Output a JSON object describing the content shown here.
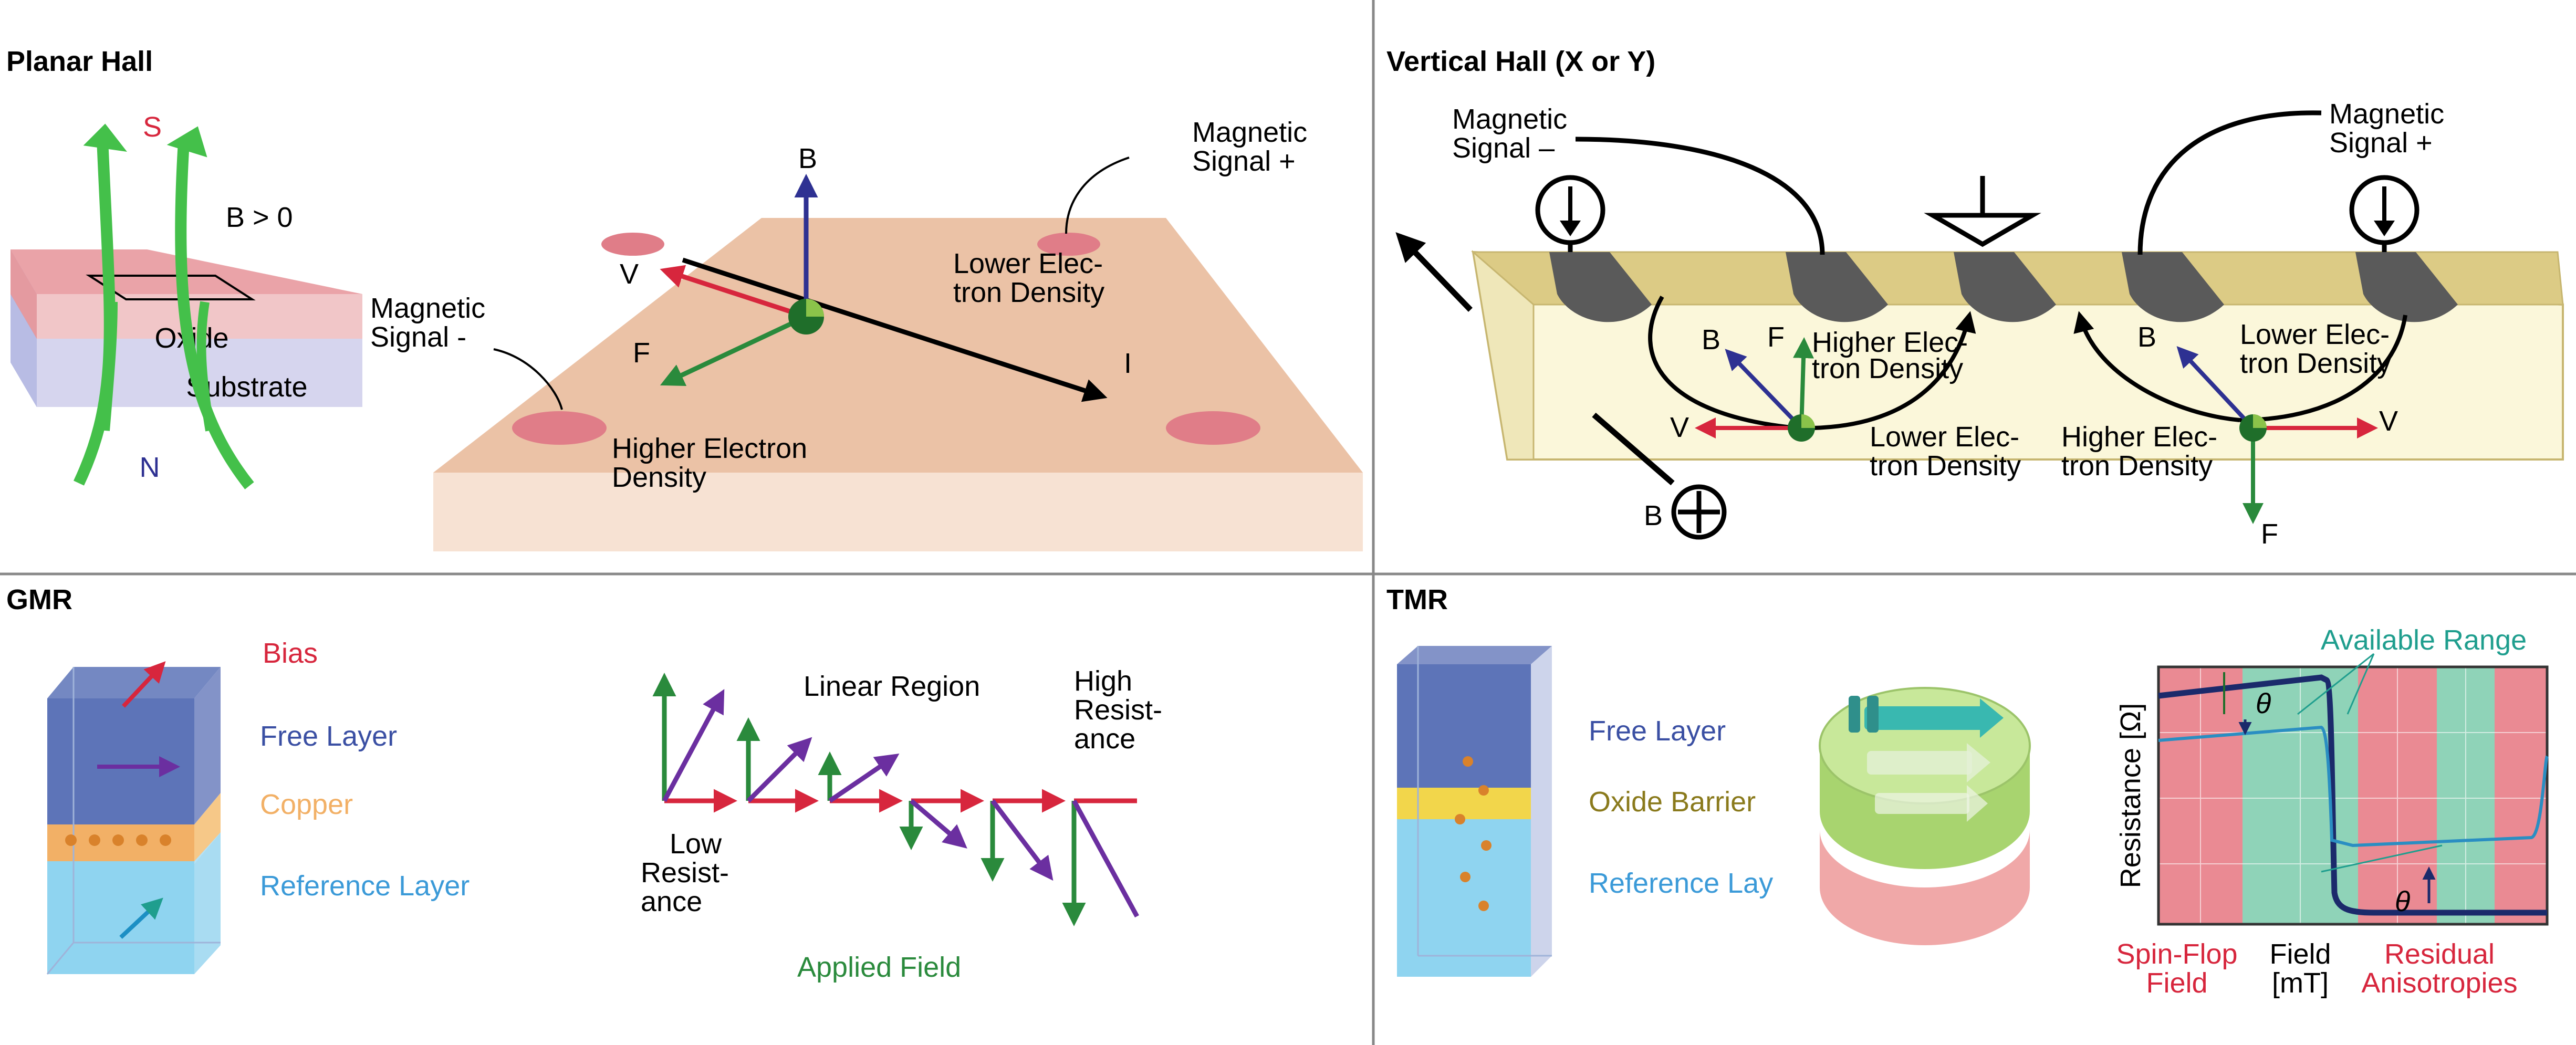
{
  "colors": {
    "red": "#d7263d",
    "green": "#2a8a3c",
    "blue": "#2e3192",
    "purple": "#6b2fa0",
    "teal": "#1f9e8e",
    "freeLayer": "#5d74b8",
    "copper": "#f2b066",
    "refLayer": "#7fc9ea",
    "oxideBarrier": "#f2d64b",
    "oliveText": "#8a7a1c",
    "pinkFloor": "#ebc2a6",
    "pinkRed": "#e88a93"
  },
  "planar": {
    "title": "Planar Hall",
    "s": "S",
    "n": "N",
    "b_gt_0": "B > 0",
    "oxide": "Oxide",
    "substrate": "Substrate",
    "mag_minus_l1": "Magnetic",
    "mag_minus_l2": "Signal -",
    "mag_plus_l1": "Magnetic",
    "mag_plus_l2": "Signal +",
    "b": "B",
    "v": "V",
    "f": "F",
    "i": "I",
    "lower_l1": "Lower Elec-",
    "lower_l2": "tron Density",
    "higher_l1": "Higher Electron",
    "higher_l2": "Density"
  },
  "vertical": {
    "title": "Vertical  Hall (X or Y)",
    "mag_minus_l1": "Magnetic",
    "mag_minus_l2": "Signal –",
    "mag_plus_l1": "Magnetic",
    "mag_plus_l2": "Signal +",
    "b_left": "B",
    "f_left": "F",
    "v_left": "V",
    "higher_l1": "Higher Elec-",
    "higher_l2": "tron Density",
    "lower_mid_l1": "Lower Elec-",
    "lower_mid_l2": "tron Density",
    "higher_mid_l1": "Higher Elec-",
    "higher_mid_l2": "tron Density",
    "b_right": "B",
    "lower_right_l1": "Lower Elec-",
    "lower_right_l2": "tron Density",
    "v_right": "V",
    "f_right": "F",
    "b_bottom": "B"
  },
  "gmr": {
    "title": "GMR",
    "bias": "Bias",
    "free_layer": "Free Layer",
    "copper": "Copper",
    "reference_layer": "Reference Layer",
    "linear_region": "Linear Region",
    "high_l1": "High",
    "high_l2": "Resist-",
    "high_l3": "ance",
    "low_l1": "Low",
    "low_l2": "Resist-",
    "low_l3": "ance",
    "applied_field": "Applied Field"
  },
  "tmr": {
    "title": "TMR",
    "free_layer": "Free Layer",
    "oxide_barrier": "Oxide Barrier",
    "reference_lay": "Reference Lay",
    "available_range": "Available Range",
    "resistance": "Resistance [Ω]",
    "theta": "θ",
    "spin_flop_l1": "Spin-Flop",
    "spin_flop_l2": "Field",
    "field_l1": "Field",
    "field_l2": "[mT]",
    "residual_l1": "Residual",
    "residual_l2": "Anisotropies"
  }
}
